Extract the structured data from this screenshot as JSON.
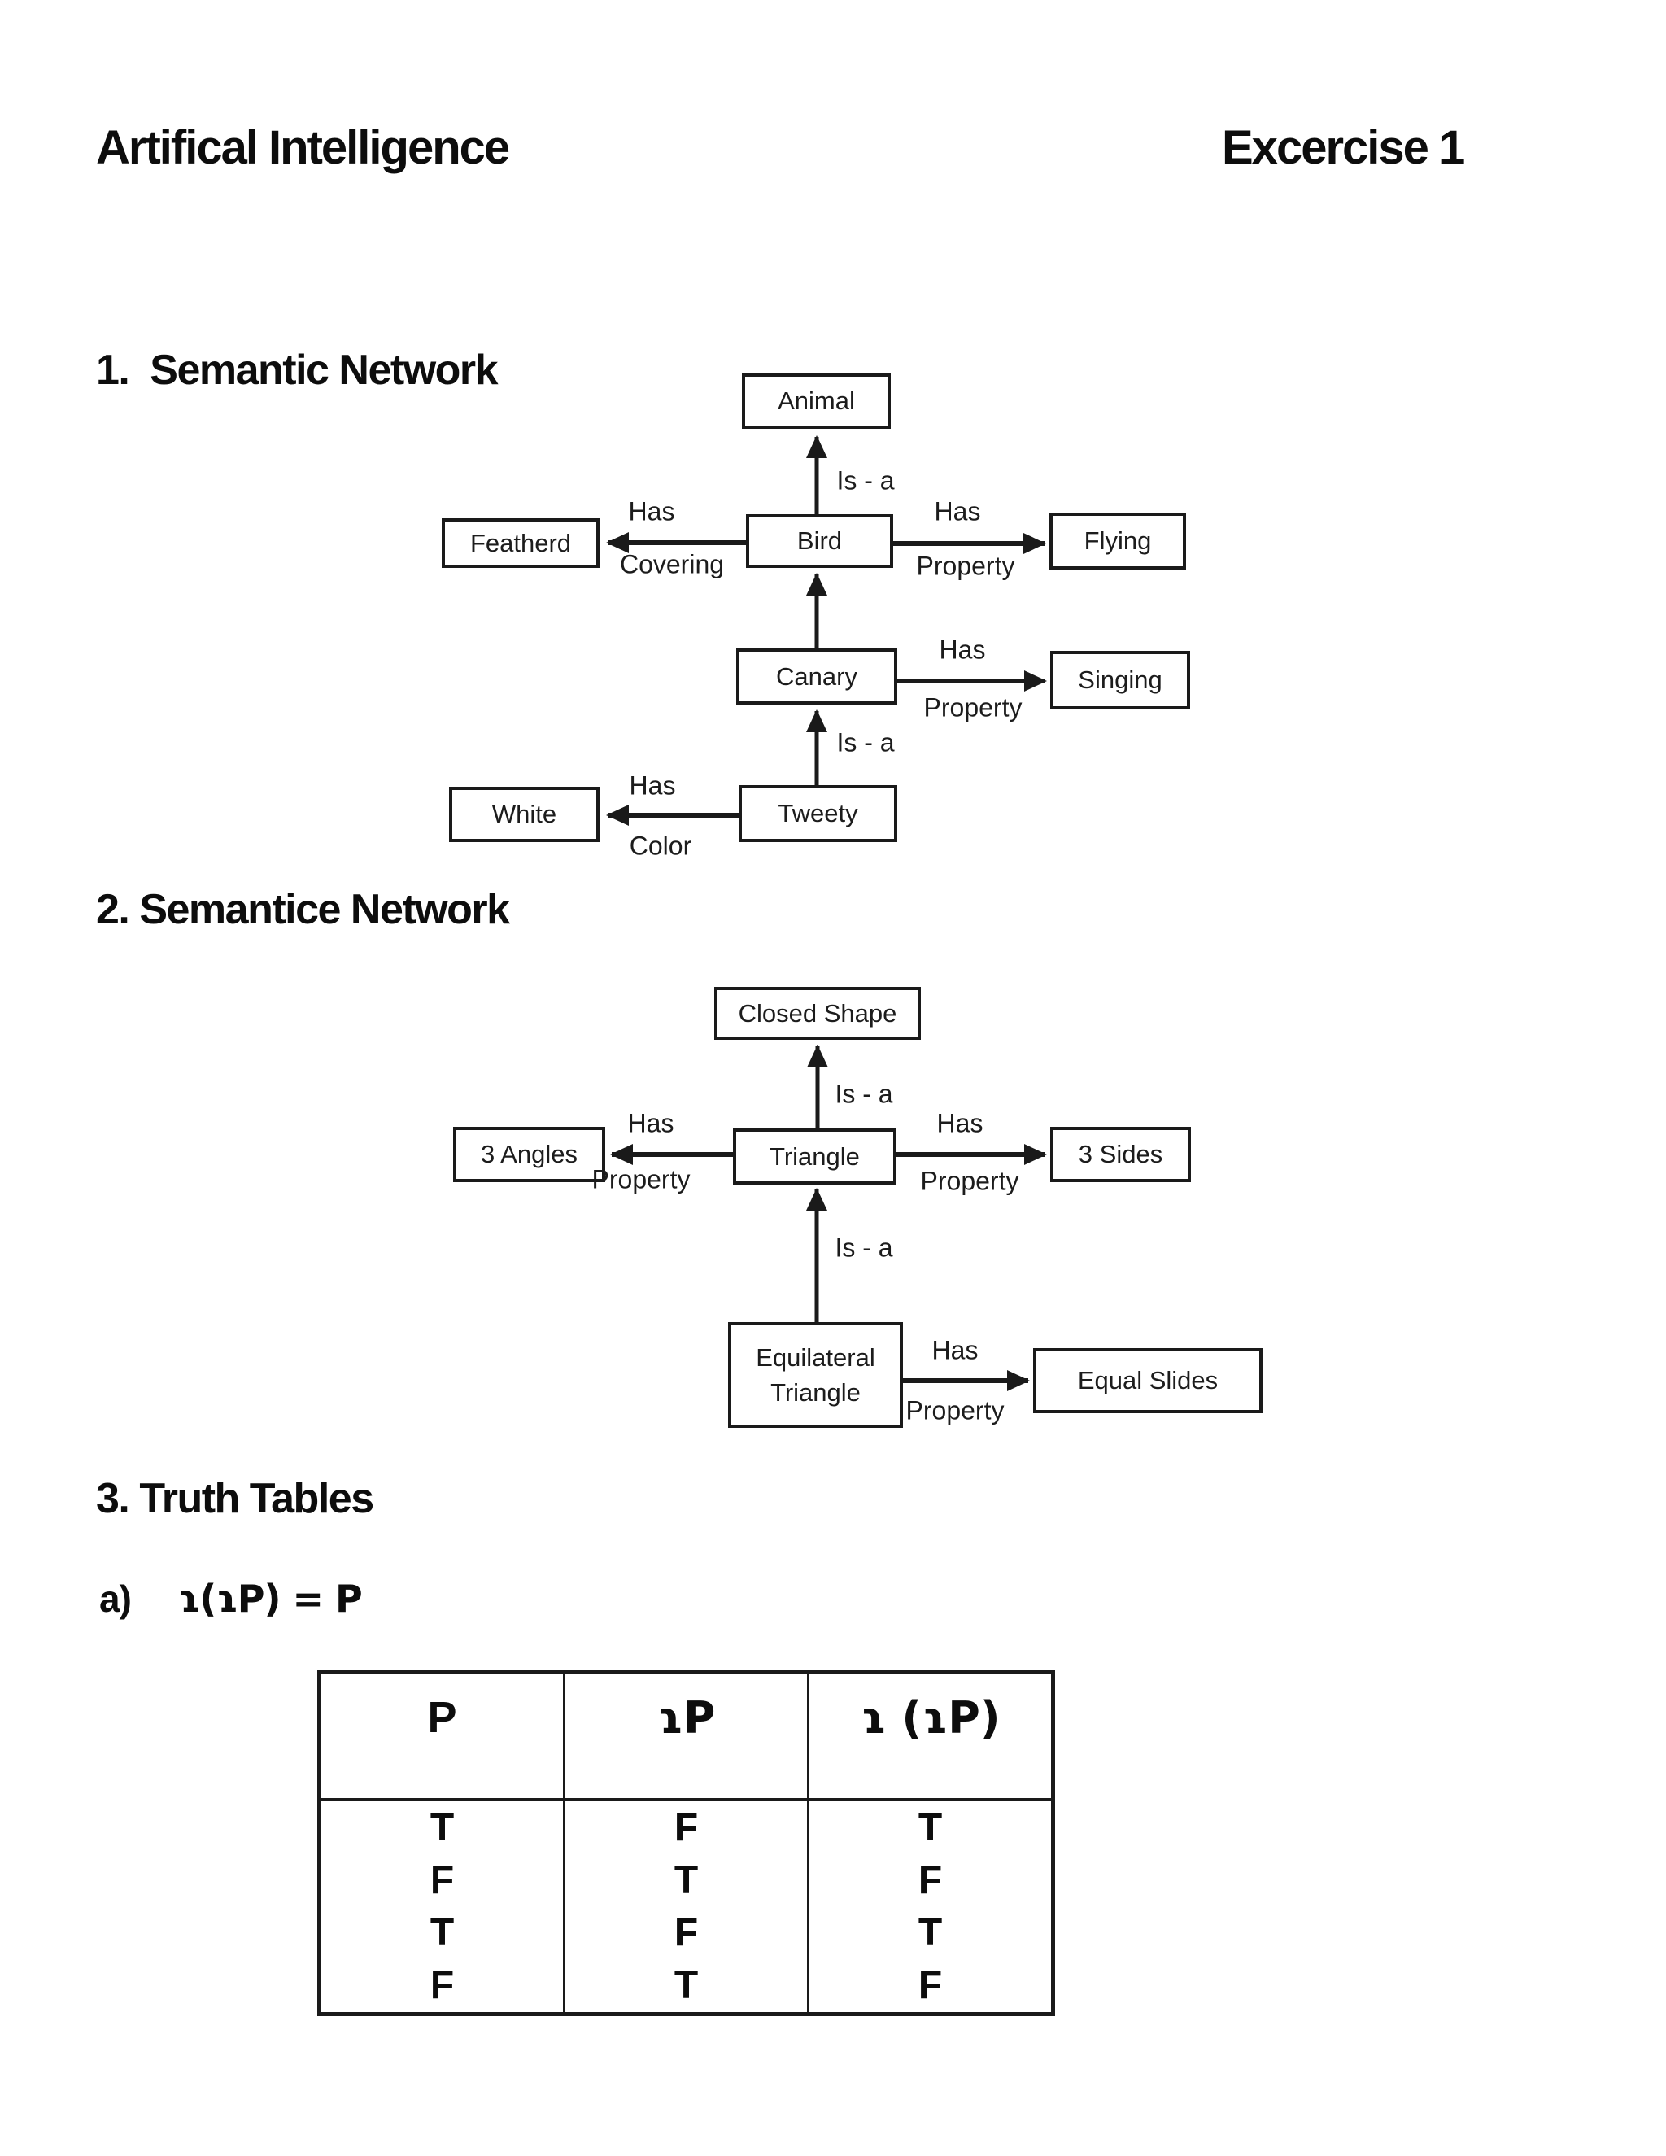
{
  "header": {
    "title": "Artifical Intelligence",
    "exercise": "Excercise 1"
  },
  "sections": {
    "s1": "1.  Semantic Network",
    "s2": "2. Semantice Network",
    "s3": "3. Truth Tables",
    "a_label": "a)",
    "a_formula": "ɿ(ɿP) = P"
  },
  "diagram1": {
    "nodes": {
      "animal": "Animal",
      "bird": "Bird",
      "feathered": "Featherd",
      "flying": "Flying",
      "canary": "Canary",
      "singing": "Singing",
      "tweety": "Tweety",
      "white": "White"
    },
    "labels": {
      "is_a_1": "Is - a",
      "has_1": "Has",
      "covering": "Covering",
      "has_2": "Has",
      "property_1": "Property",
      "has_3": "Has",
      "property_2": "Property",
      "is_a_2": "Is - a",
      "has_4": "Has",
      "color": "Color"
    }
  },
  "diagram2": {
    "nodes": {
      "closed_shape": "Closed Shape",
      "triangle": "Triangle",
      "angles": "3 Angles",
      "sides": "3 Sides",
      "equilateral_line1": "Equilateral",
      "equilateral_line2": "Triangle",
      "equal_slides": "Equal Slides"
    },
    "labels": {
      "is_a_1": "Is - a",
      "has_1": "Has",
      "property_1": "Property",
      "has_2": "Has",
      "property_2": "Property",
      "is_a_2": "Is - a",
      "has_3": "Has",
      "property_3": "Property"
    }
  },
  "truth_table": {
    "headers": [
      "P",
      "ɿP",
      "ɿ (ɿP)"
    ],
    "rows": [
      [
        "T",
        "F",
        "T"
      ],
      [
        "F",
        "T",
        "F"
      ],
      [
        "T",
        "F",
        "T"
      ],
      [
        "F",
        "T",
        "F"
      ]
    ]
  }
}
